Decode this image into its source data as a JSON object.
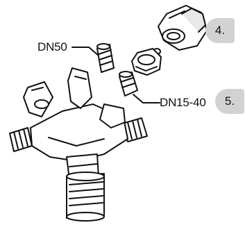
{
  "labels": {
    "dn50": "DN50",
    "dn15_40": "DN15-40"
  },
  "steps": {
    "step4": "4.",
    "step5": "5."
  },
  "colors": {
    "outline": "#111111",
    "part_fill": "#ffffff",
    "step_badge": "#d2d2d2"
  }
}
